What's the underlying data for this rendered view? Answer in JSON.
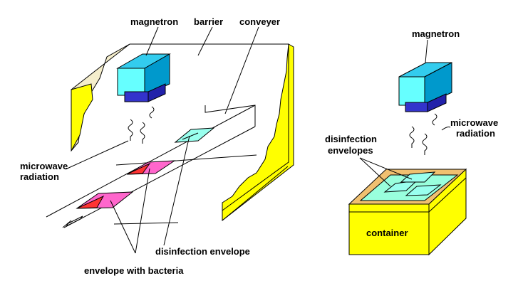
{
  "labels": {
    "magnetron_left": "magnetron",
    "barrier": "barrier",
    "conveyer": "conveyer",
    "microwave_left_1": "microwave",
    "microwave_left_2": "radiation",
    "disinfection_envelope": "disinfection envelope",
    "envelope_with_bacteria": "envelope with bacteria",
    "magnetron_right": "magnetron",
    "microwave_right_1": "microwave",
    "microwave_right_2": "radiation",
    "disinfection_envelopes_1": "disinfection",
    "disinfection_envelopes_2": "envelopes",
    "container": "container"
  },
  "colors": {
    "magnetron_front": "#66ffff",
    "magnetron_top": "#33ccee",
    "magnetron_side": "#0099cc",
    "magnetron_base": "#3333cc",
    "wall_yellow": "#ffff00",
    "wall_torn": "#f5eecc",
    "envelope_clean": "#99ffee",
    "envelope_bacteria": "#ff66cc",
    "bacteria_flap": "#ff3333",
    "container_rim": "#f0c070",
    "container_surface": "#99ffdd"
  }
}
